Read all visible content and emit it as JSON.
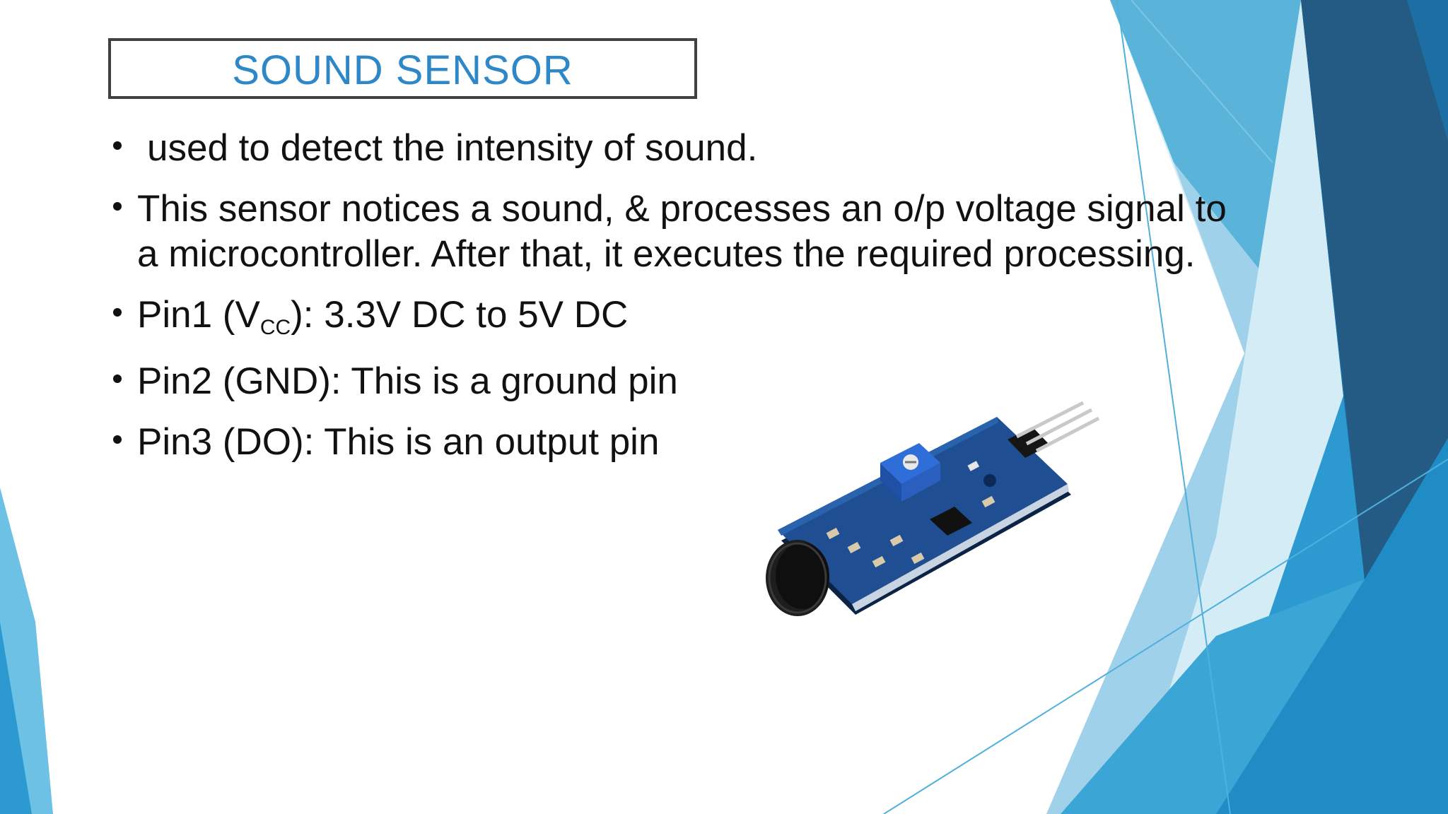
{
  "slide": {
    "title": "SOUND SENSOR",
    "bullets": [
      {
        "text": "used to detect the intensity of sound."
      },
      {
        "line1": "This sensor notices a sound, &  processes an o/p voltage signal to",
        "line2": "a microcontroller. After that, it  executes the required processing."
      },
      {
        "prefix": "Pin1 (V",
        "subscript": "CC",
        "suffix": "): 3.3V DC to 5V DC"
      },
      {
        "text": "Pin2 (GND): This is a ground pin"
      },
      {
        "text": "Pin3 (DO): This is an output pin"
      }
    ],
    "image": {
      "description_icon": "sound-sensor-module"
    }
  },
  "colors": {
    "title": "#2e87c7",
    "text": "#111111",
    "border": "#404040",
    "accent_light": "#66bde0",
    "accent_mid": "#2c9ad0",
    "accent_dark": "#1c5f8e"
  }
}
